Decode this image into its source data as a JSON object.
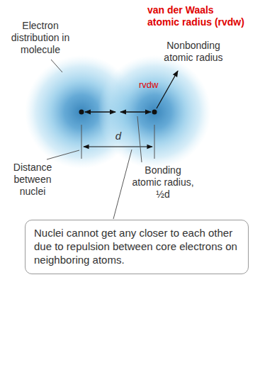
{
  "diagram": {
    "nodes": [
      {
        "text": [
          "Nuclei cannot get any closer to each other due to repulsion between core electrons on neighboring atoms."
        ]
      }
    ],
    "labels": [
      "van der Waals atomic radius (rvdw)",
      "Electron distribution in molecule",
      "Nonbonding atomic radius",
      "rvdw",
      "d",
      "Distance between nuclei",
      "Bonding atomic radius, ½d"
    ]
  }
}
